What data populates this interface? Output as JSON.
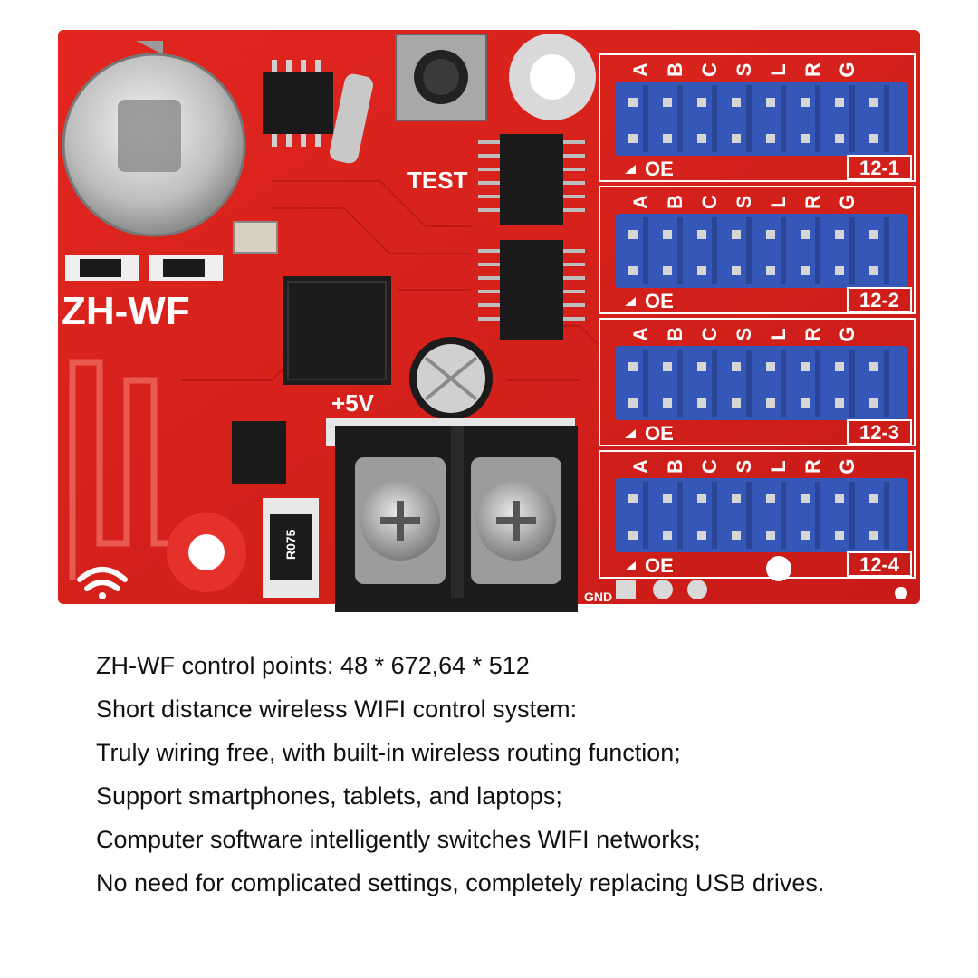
{
  "board": {
    "model_label": "ZH-WF",
    "test_label": "TEST",
    "power_label": "+5V",
    "gnd_label": "GND",
    "resistor_label": "R075",
    "pin_letters": [
      "A",
      "B",
      "C",
      "S",
      "L",
      "R",
      "G"
    ],
    "oe_label": "OE",
    "ports": [
      "12-1",
      "12-2",
      "12-3",
      "12-4"
    ],
    "colors": {
      "pcb": "#d8201c",
      "connector": "#3557b8",
      "terminal": "#1c1c1c",
      "silkscreen": "#ffffff"
    }
  },
  "description": [
    "ZH-WF control points: 48 * 672,64 * 512",
    "Short distance wireless WIFI control system:",
    "Truly wiring free, with built-in wireless routing function;",
    "Support smartphones, tablets, and laptops;",
    "Computer software intelligently switches WIFI networks;",
    "No need for complicated settings, completely replacing USB drives."
  ]
}
